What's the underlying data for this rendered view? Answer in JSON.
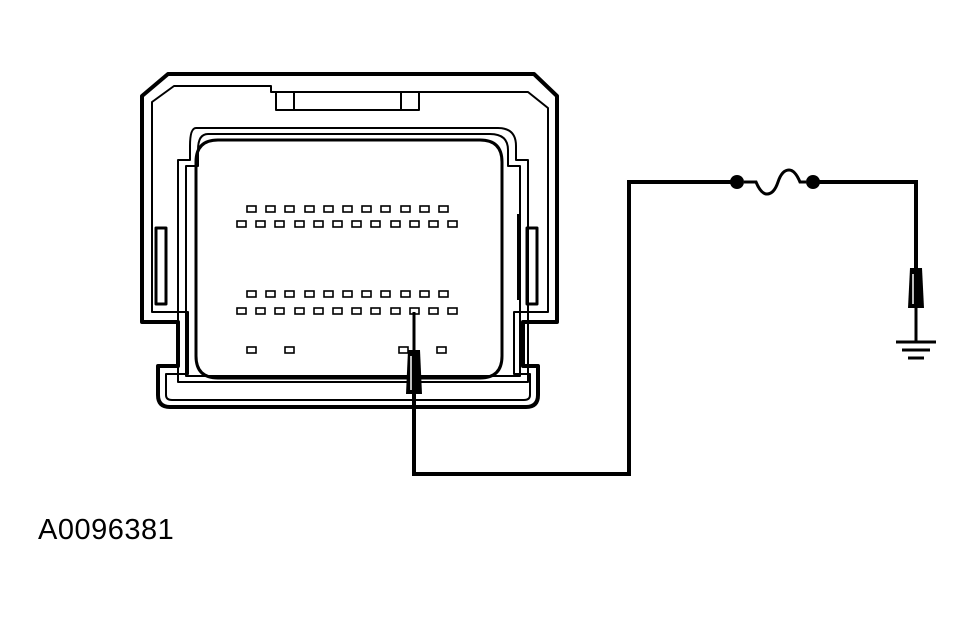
{
  "figure": {
    "reference_code": "A0096381"
  },
  "colors": {
    "line": "#000000",
    "background": "#ffffff"
  },
  "components": {
    "connector": "multi-pin-connector",
    "fuse": "fuse",
    "ground": "ground-symbol",
    "probe_terminals": [
      "connector-pin-probe",
      "ground-side-probe"
    ]
  }
}
